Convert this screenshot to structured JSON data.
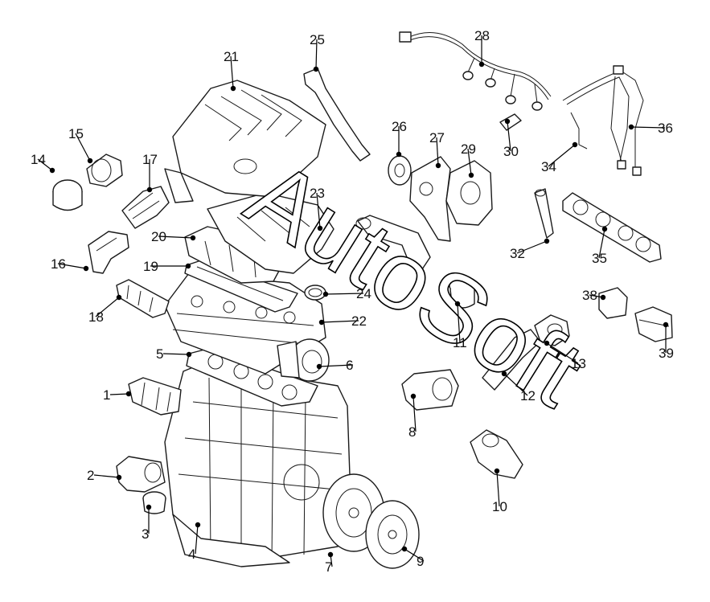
{
  "watermark": "AutoSoft",
  "callouts": [
    {
      "id": 1,
      "label": "1"
    },
    {
      "id": 2,
      "label": "2"
    },
    {
      "id": 3,
      "label": "3"
    },
    {
      "id": 4,
      "label": "4"
    },
    {
      "id": 5,
      "label": "5"
    },
    {
      "id": 6,
      "label": "6"
    },
    {
      "id": 7,
      "label": "7"
    },
    {
      "id": 8,
      "label": "8"
    },
    {
      "id": 9,
      "label": "9"
    },
    {
      "id": 10,
      "label": "10"
    },
    {
      "id": 11,
      "label": "11"
    },
    {
      "id": 12,
      "label": "12"
    },
    {
      "id": 13,
      "label": "13"
    },
    {
      "id": 14,
      "label": "14"
    },
    {
      "id": 15,
      "label": "15"
    },
    {
      "id": 16,
      "label": "16"
    },
    {
      "id": 17,
      "label": "17"
    },
    {
      "id": 18,
      "label": "18"
    },
    {
      "id": 19,
      "label": "19"
    },
    {
      "id": 20,
      "label": "20"
    },
    {
      "id": 21,
      "label": "21"
    },
    {
      "id": 22,
      "label": "22"
    },
    {
      "id": 23,
      "label": "23"
    },
    {
      "id": 24,
      "label": "24"
    },
    {
      "id": 25,
      "label": "25"
    },
    {
      "id": 26,
      "label": "26"
    },
    {
      "id": 27,
      "label": "27"
    },
    {
      "id": 28,
      "label": "28"
    },
    {
      "id": 29,
      "label": "29"
    },
    {
      "id": 30,
      "label": "30"
    },
    {
      "id": 32,
      "label": "32"
    },
    {
      "id": 34,
      "label": "34"
    },
    {
      "id": 35,
      "label": "35"
    },
    {
      "id": 36,
      "label": "36"
    },
    {
      "id": 38,
      "label": "38"
    },
    {
      "id": 39,
      "label": "39"
    }
  ]
}
